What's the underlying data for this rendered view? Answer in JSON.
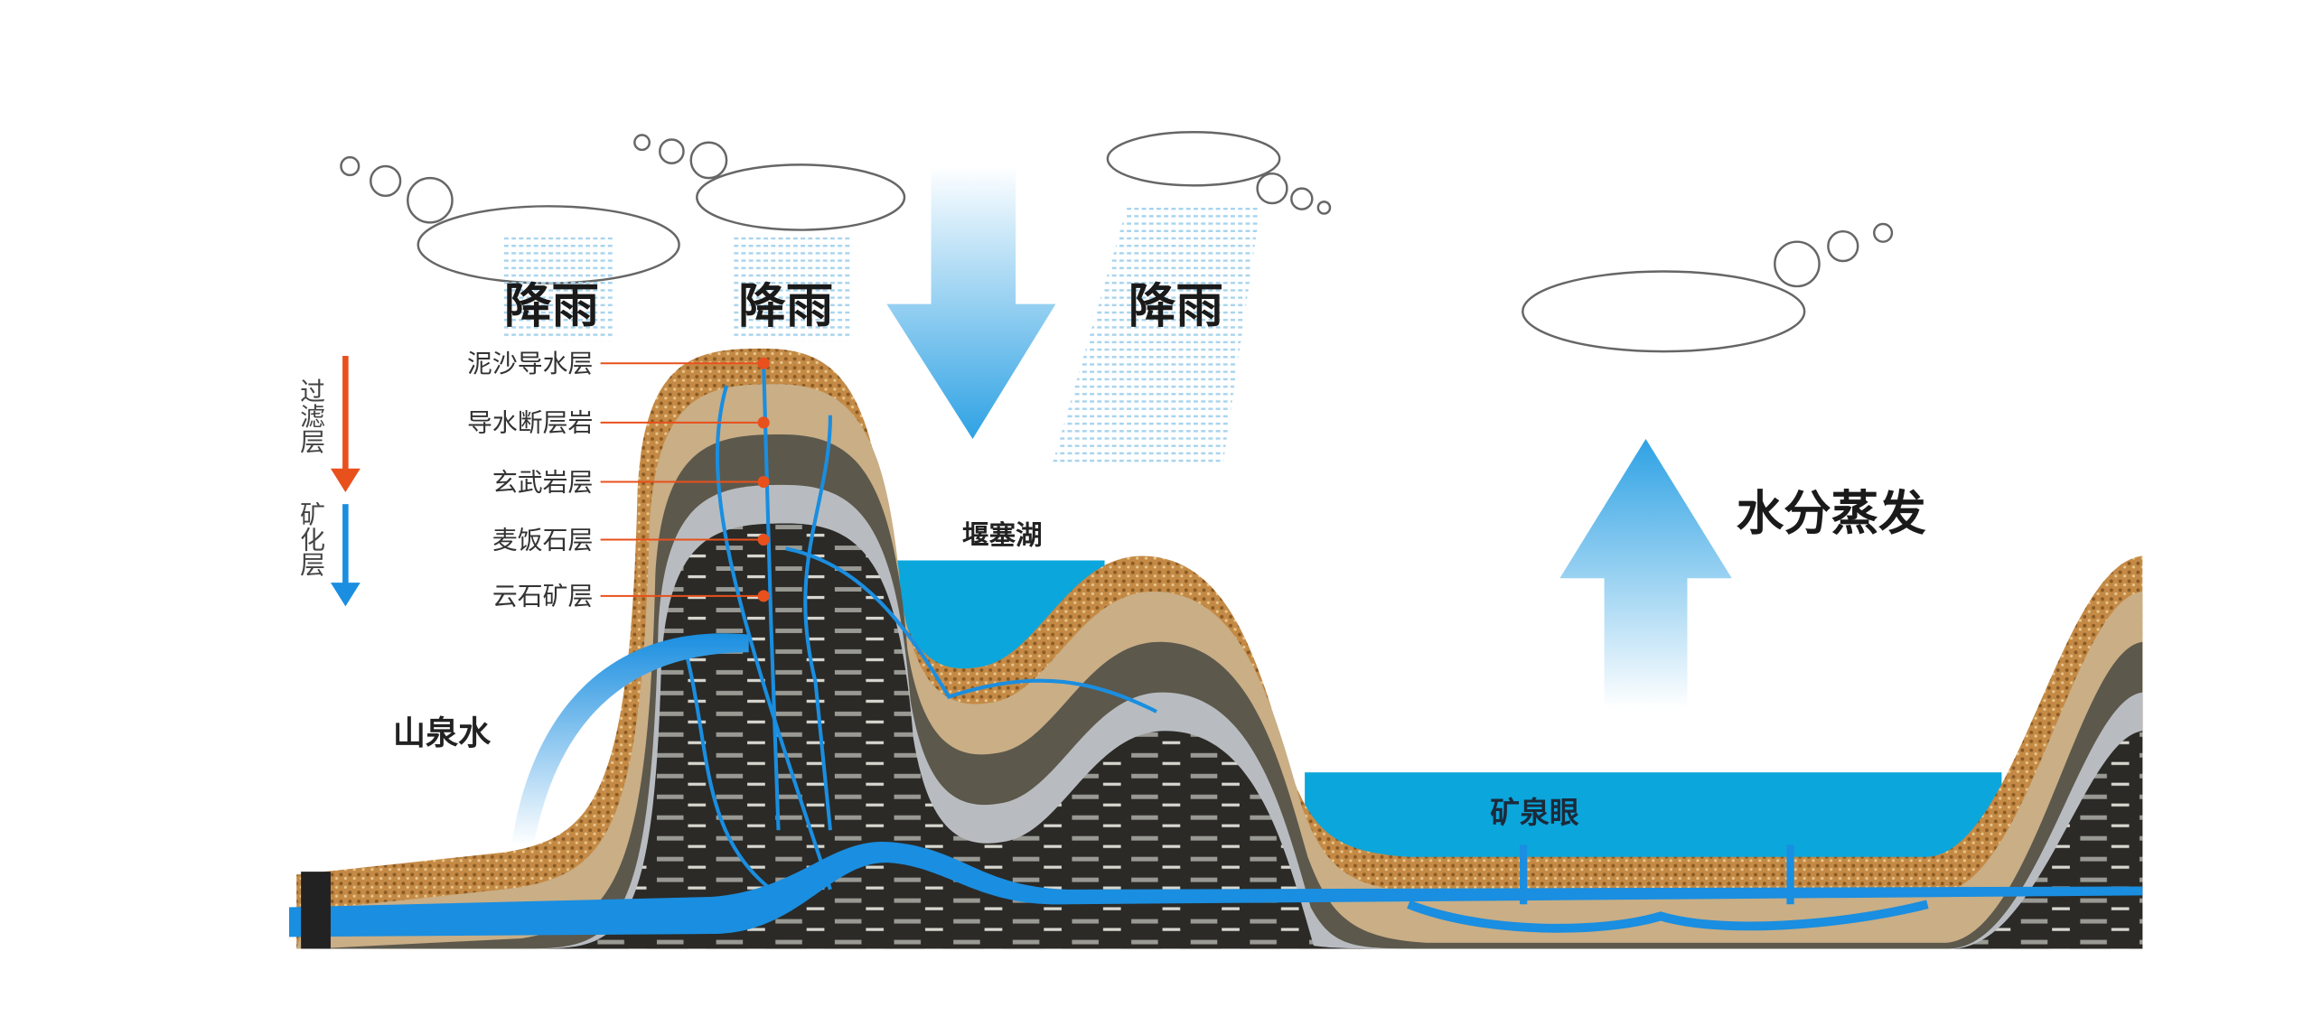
{
  "title": "矿泉水形成示意图",
  "rain_labels": [
    "降雨",
    "降雨",
    "降雨"
  ],
  "layer_labels": [
    "泥沙导水层",
    "导水断层岩",
    "玄武岩层",
    "麦饭石层",
    "云石矿层"
  ],
  "zones": {
    "filter": "过滤层",
    "mineral": "矿化层"
  },
  "lake_label": "堰塞湖",
  "evaporation_label": "水分蒸发",
  "spring_label": "山泉水",
  "mineral_spring_label": "矿泉眼",
  "colors": {
    "water": "#0aa6dc",
    "sand": "#c48a45",
    "tan": "#c9ae86",
    "basalt": "#5c584c",
    "maifan": "#b8bcc0",
    "core": "#2b2a27",
    "filter_arrow": "#e8501c",
    "mineral_arrow": "#1a8ee0"
  }
}
